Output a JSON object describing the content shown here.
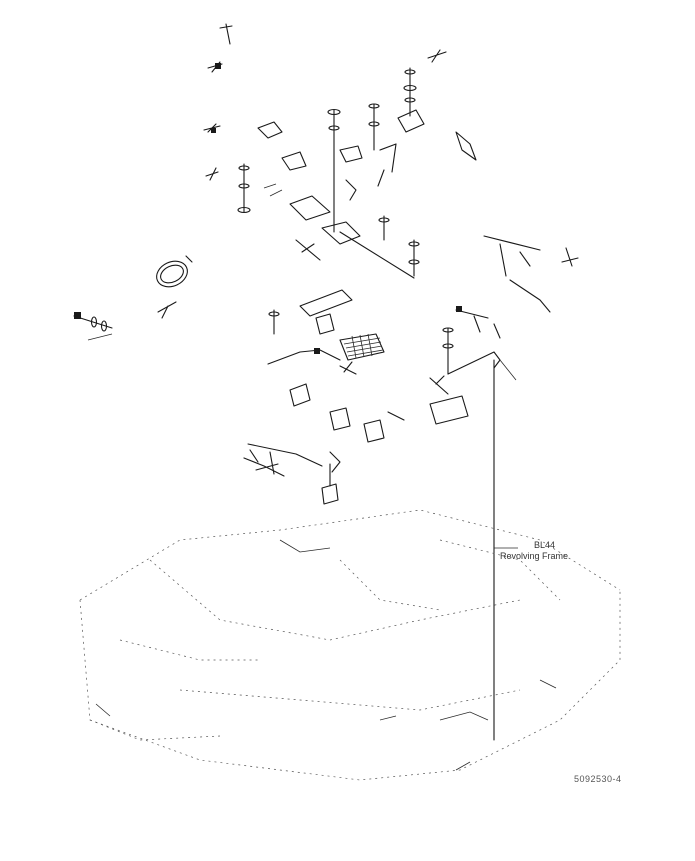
{
  "callout": {
    "reference": "BL44",
    "description": "Revolving Frame"
  },
  "drawing_number": "5092530-4"
}
